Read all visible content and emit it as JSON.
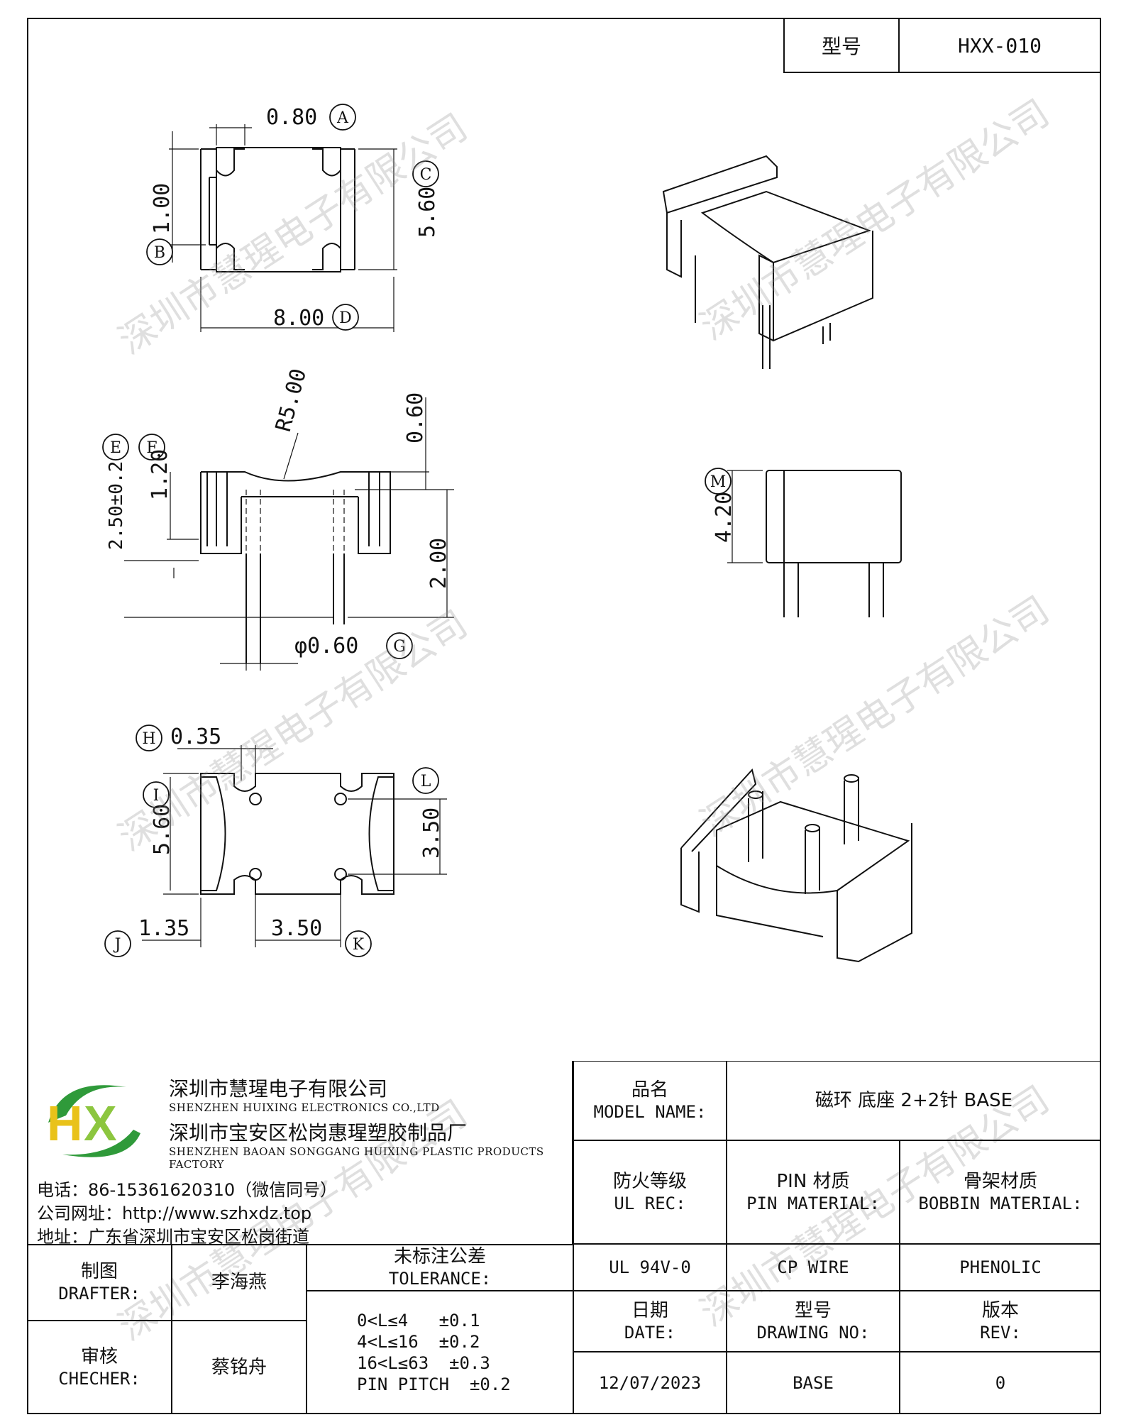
{
  "header": {
    "model_label": "型号",
    "model_value": "HXX-010"
  },
  "watermark": "深圳市慧瑆电子有限公司",
  "dimensions": {
    "A": "0.80",
    "B": "1.00",
    "C": "5.60",
    "D": "8.00",
    "R": "R5.00",
    "top_gap": "0.60",
    "E": "2.50±0.2",
    "F": "1.20",
    "pin_len": "2.00",
    "G": "φ0.60",
    "M": "4.20",
    "H": "0.35",
    "I": "5.60",
    "L": "3.50",
    "J": "1.35",
    "K": "3.50"
  },
  "callouts": [
    "A",
    "B",
    "C",
    "D",
    "E",
    "F",
    "G",
    "H",
    "I",
    "J",
    "K",
    "L",
    "M"
  ],
  "company": {
    "name_cn": "深圳市慧瑆电子有限公司",
    "name_en": "SHENZHEN HUIXING ELECTRONICS CO.,LTD",
    "factory_cn": "深圳市宝安区松岗惠瑆塑胶制品厂",
    "factory_en": "SHENZHEN BAOAN SONGGANG HUIXING PLASTIC PRODUCTS FACTORY",
    "phone": "电话：86-15361620310（微信同号）",
    "website": "公司网址：http://www.szhxdz.top",
    "address": "地址：广东省深圳市宝安区松岗街道",
    "logo_text": "HX",
    "logo_colors": {
      "green": "#2f9a3a",
      "yellow": "#e9c21a",
      "lime": "#8cc63f"
    }
  },
  "title_block": {
    "model_name_cn": "品名",
    "model_name_en": "MODEL NAME:",
    "model_name_value": "磁环 底座 2+2针  BASE",
    "ul_cn": "防火等级",
    "ul_en": "UL REC:",
    "pin_mat_cn": "PIN 材质",
    "pin_mat_en": "PIN MATERIAL:",
    "bobbin_cn": "骨架材质",
    "bobbin_en": "BOBBIN MATERIAL:",
    "ul_value": "UL 94V-0",
    "pin_value": "CP WIRE",
    "bobbin_value": "PHENOLIC",
    "drafter_cn": "制图",
    "drafter_en": "DRAFTER:",
    "drafter_name": "李海燕",
    "checker_cn": "审核",
    "checker_en": "CHECHER:",
    "checker_name": "蔡铭舟",
    "tol_cn": "未标注公差",
    "tol_en": "TOLERANCE:",
    "tol_lines": [
      "0<L≤4   ±0.1",
      "4<L≤16  ±0.2",
      "16<L≤63  ±0.3",
      "PIN PITCH  ±0.2"
    ],
    "date_cn": "日期",
    "date_en": "DATE:",
    "date_value": "12/07/2023",
    "drawing_cn": "型号",
    "drawing_en": "DRAWING NO:",
    "drawing_value": "BASE",
    "rev_cn": "版本",
    "rev_en": "REV:",
    "rev_value": "0"
  }
}
